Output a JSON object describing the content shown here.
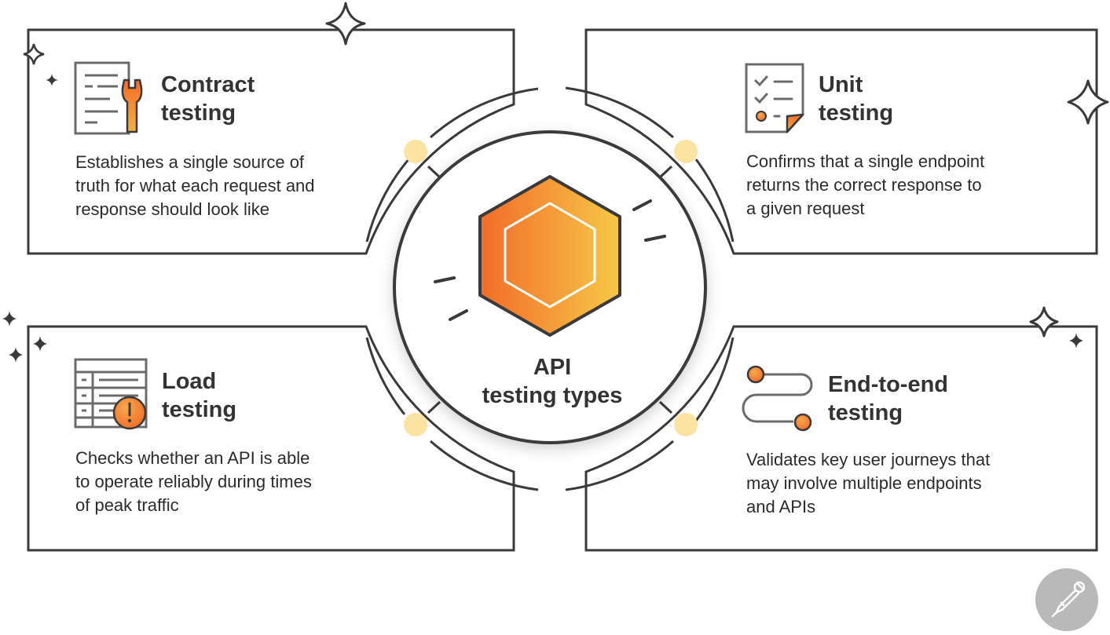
{
  "center": {
    "line1": "API",
    "line2": "testing types"
  },
  "cards": [
    {
      "title_line1": "Contract",
      "title_line2": "testing",
      "desc": [
        "Establishes a single source of",
        "truth for what each request and",
        "response should look like"
      ]
    },
    {
      "title_line1": "Unit",
      "title_line2": "testing",
      "desc": [
        "Confirms that a single endpoint",
        "returns the correct response to",
        "a given request"
      ]
    },
    {
      "title_line1": "Load",
      "title_line2": "testing",
      "desc": [
        "Checks whether an API is able",
        "to operate reliably during times",
        "of peak traffic"
      ]
    },
    {
      "title_line1": "End-to-end",
      "title_line2": "testing",
      "desc": [
        "Validates key user journeys that",
        "may involve multiple endpoints",
        "and APIs"
      ]
    }
  ],
  "icons": [
    "document-wrench-icon",
    "checklist-icon",
    "table-warning-icon",
    "route-icon",
    "hexagon-icon",
    "sparkle-icon",
    "postman-logo-icon"
  ],
  "colors": {
    "orange": "#f26c2a",
    "yellow": "#f7c847",
    "dot": "#fbe3a2",
    "stroke": "#3a3a3a"
  }
}
